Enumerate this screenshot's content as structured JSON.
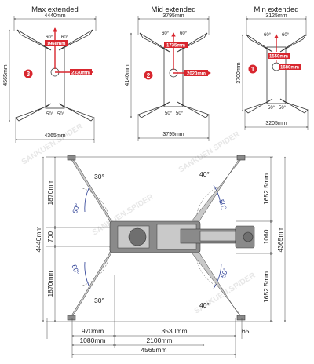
{
  "titles": {
    "max": "Max extended",
    "mid": "Mid extended",
    "min": "Min extended"
  },
  "badges": {
    "max": "3",
    "mid": "2",
    "min": "1"
  },
  "max_view": {
    "top_width": "4440mm",
    "bottom_width": "4365mm",
    "height": "4565mm",
    "red_vertical": "1966mm",
    "red_horizontal": "2330mm",
    "angle_left": "60°",
    "angle_right": "60°",
    "angle_bottom_left": "50°",
    "angle_bottom_right": "50°"
  },
  "mid_view": {
    "top_width": "3795mm",
    "bottom_width": "3795mm",
    "height": "4140mm",
    "red_vertical": "1735mm",
    "red_horizontal": "2020mm",
    "angle_left": "60°",
    "angle_right": "60°",
    "angle_bottom_left": "50°",
    "angle_bottom_right": "50°"
  },
  "min_view": {
    "top_width": "3125mm",
    "bottom_width": "3205mm",
    "height": "3700mm",
    "red_vertical": "1550mm",
    "red_horizontal": "1680mm",
    "angle_left": "60°",
    "angle_right": "60°",
    "angle_bottom_left": "50°",
    "angle_bottom_right": "50°"
  },
  "main_view": {
    "left_height": "4440mm",
    "left_top": "1870mm",
    "left_mid": "700",
    "left_bottom": "1870mm",
    "right_height": "4365mm",
    "right_top": "1652.5mm",
    "right_mid": "1060",
    "right_bottom": "1652.5mm",
    "angle_top_left": "30°",
    "angle_top_left_blue": "60°",
    "angle_bottom_left": "30°",
    "angle_bottom_left_blue": "60°",
    "angle_top_right": "40°",
    "angle_top_right_blue": "50°",
    "angle_bottom_right": "40°",
    "angle_bottom_right_blue": "50°",
    "dim_970": "970mm",
    "dim_3530": "3530mm",
    "dim_1080": "1080mm",
    "dim_2100": "2100mm",
    "dim_65": "65",
    "dim_total": "4565mm"
  },
  "watermark": "SANKUEN.SPIDER",
  "colors": {
    "accent_red": "#d8262e",
    "angle_blue": "#2a3d94",
    "machine_grey": "#8a8a8a"
  }
}
